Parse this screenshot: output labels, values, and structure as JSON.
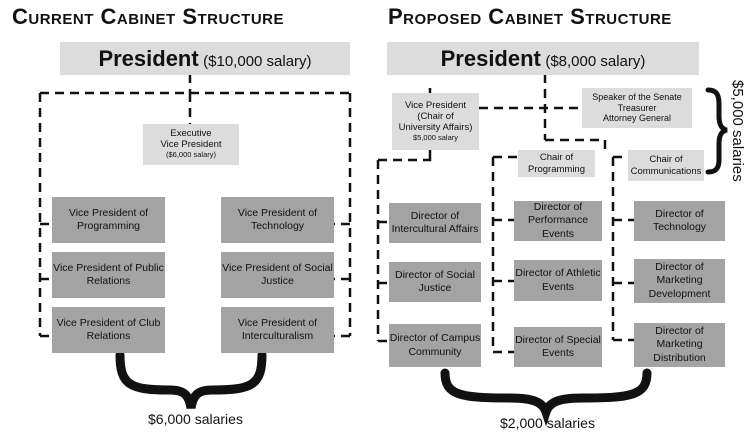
{
  "current": {
    "title": "Current Cabinet Structure",
    "president": "President",
    "president_salary": "($10,000 salary)",
    "evp_line1": "Executive",
    "evp_line2": "Vice President",
    "evp_salary": "($6,000 salary)",
    "left": [
      "Vice President of Programming",
      "Vice President of Public Relations",
      "Vice President of Club Relations"
    ],
    "right": [
      "Vice President of Technology",
      "Vice President of Social Justice",
      "Vice President of Interculturalism"
    ],
    "salaries": "$6,000 salaries"
  },
  "proposed": {
    "title": "Proposed Cabinet Structure",
    "president": "President",
    "president_salary": "($8,000 salary)",
    "vp": [
      "Vice President",
      "(Chair of",
      "University Affairs)",
      "$5,000 salary"
    ],
    "officers": [
      "Speaker of the Senate",
      "Treasurer",
      "Attorney General"
    ],
    "chair_programming": "Chair of Programming",
    "chair_communications": "Chair of Communications",
    "col1": [
      "Director of Intercultural Affairs",
      "Director of Social Justice",
      "Director of Campus Community"
    ],
    "col2": [
      "Director of Performance Events",
      "Director of Athletic Events",
      "Director of Special Events"
    ],
    "col3": [
      "Director of Technology",
      "Director of Marketing Development",
      "Director of Marketing Distribution"
    ],
    "salaries_bottom": "$2,000 salaries",
    "salaries_right": "$5,000 salaries"
  }
}
